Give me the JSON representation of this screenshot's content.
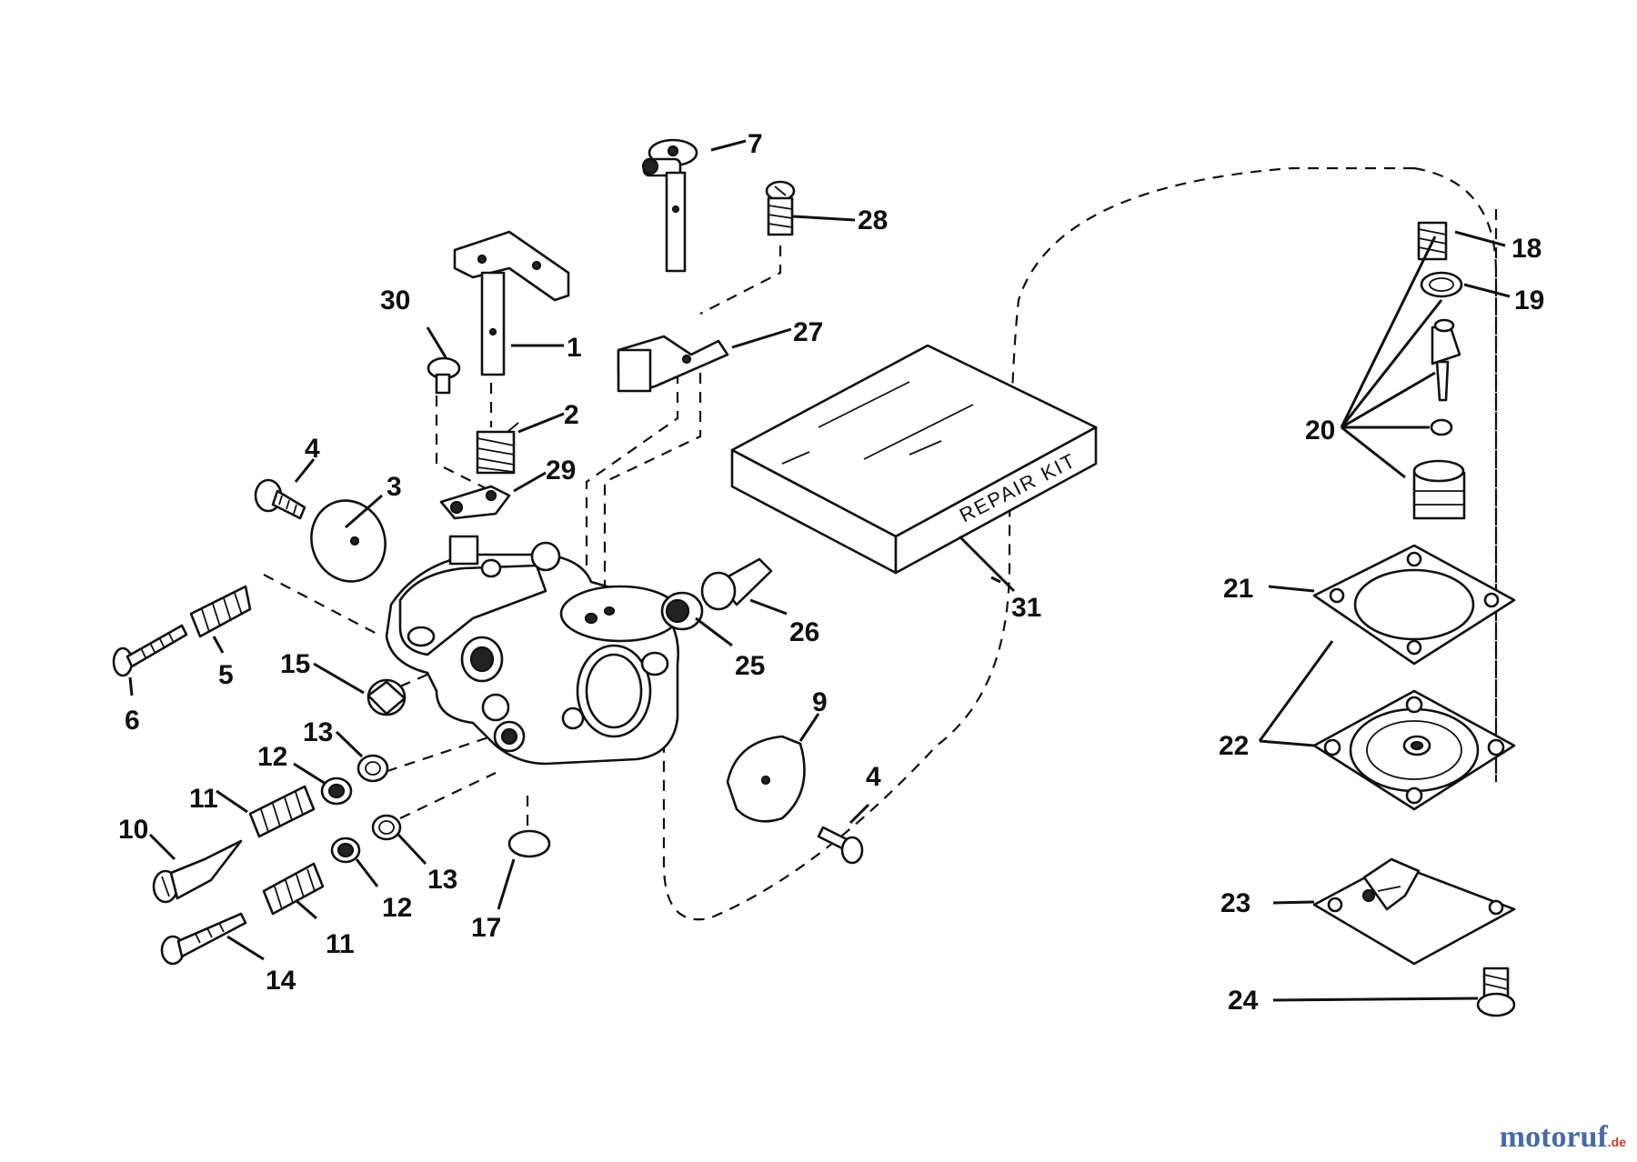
{
  "diagram": {
    "labels": {
      "p1": "1",
      "p2": "2",
      "p3": "3",
      "p4a": "4",
      "p4b": "4",
      "p5": "5",
      "p6": "6",
      "p7": "7",
      "p9": "9",
      "p10": "10",
      "p11a": "11",
      "p11b": "11",
      "p12a": "12",
      "p12b": "12",
      "p13a": "13",
      "p13b": "13",
      "p14": "14",
      "p15": "15",
      "p17": "17",
      "p18": "18",
      "p19": "19",
      "p20": "20",
      "p21": "21",
      "p22": "22",
      "p23": "23",
      "p24": "24",
      "p25": "25",
      "p26": "26",
      "p27": "27",
      "p28": "28",
      "p29": "29",
      "p30": "30",
      "p31": "31"
    },
    "kit_text": "REPAIR KIT"
  },
  "watermark": {
    "brand": "motoruf",
    "tld": ".de"
  }
}
